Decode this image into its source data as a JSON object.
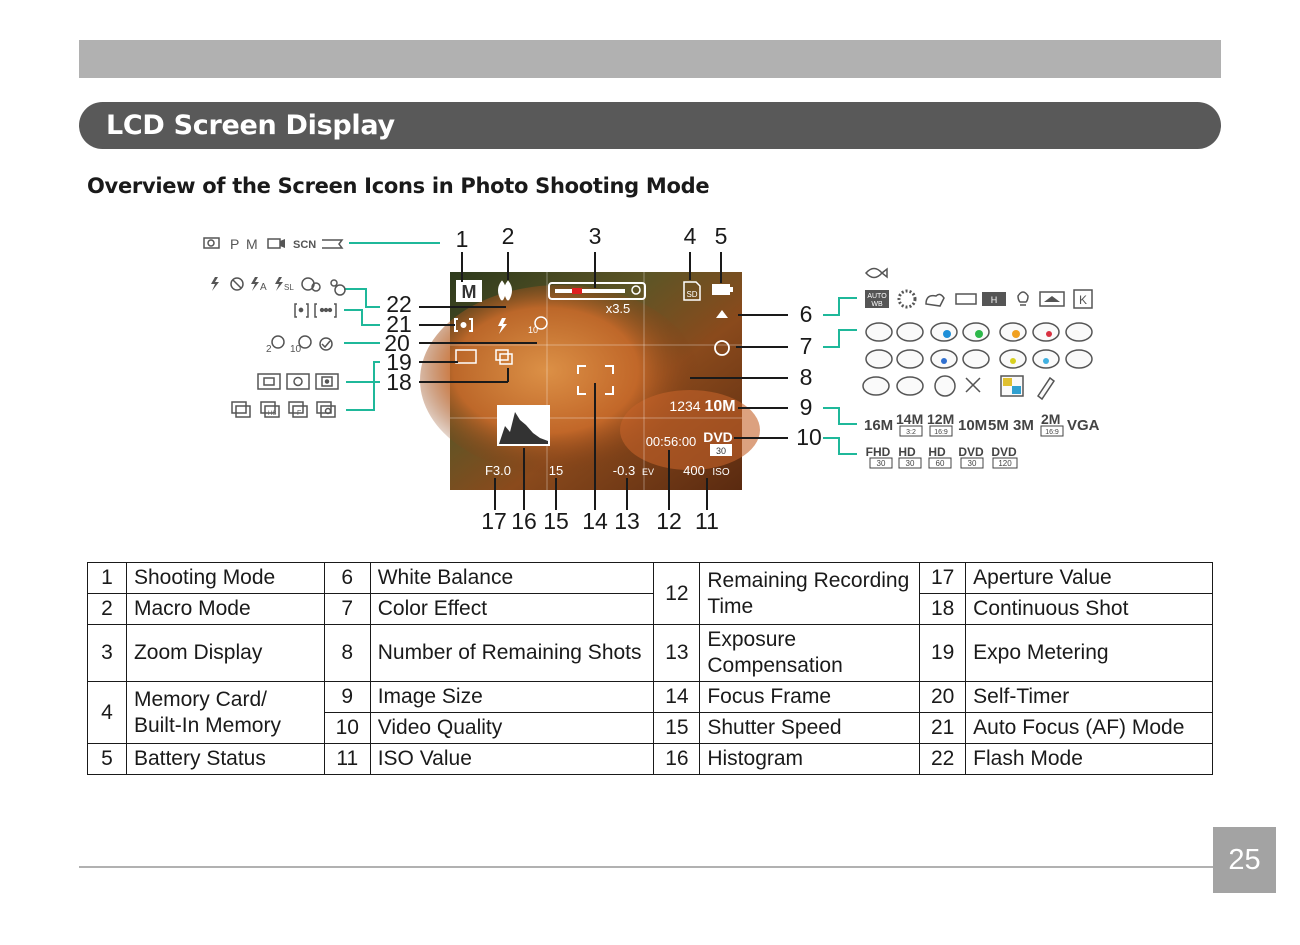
{
  "header": {
    "title": "LCD Screen Display"
  },
  "section": {
    "subtitle": "Overview of the Screen Icons in Photo Shooting Mode"
  },
  "diagram": {
    "callouts": [
      "1",
      "2",
      "3",
      "4",
      "5",
      "6",
      "7",
      "8",
      "9",
      "10",
      "11",
      "12",
      "13",
      "14",
      "15",
      "16",
      "17",
      "18",
      "19",
      "20",
      "21",
      "22"
    ],
    "osd": {
      "mode": "M",
      "zoom": "x3.5",
      "shots": "1234",
      "image_size": "10M",
      "video_quality": "DVD",
      "video_fps": "30",
      "rec_time": "00:56:00",
      "aperture": "F3.0",
      "shutter": "15",
      "ev": "-0.3",
      "ev_unit": "EV",
      "iso": "400",
      "iso_unit": "ISO",
      "self_timer": "10"
    },
    "left_icon_rows": {
      "shooting_modes": [
        "camera-icon",
        "P",
        "M",
        "video-icon",
        "SCN",
        "panorama-icon"
      ],
      "flash_modes": [
        "flash-icon",
        "flash-off-icon",
        "auto-flash-icon",
        "slow-sync-icon",
        "red-eye-icon",
        "red-eye-reduction-icon"
      ],
      "af_modes": [
        "[·]",
        "[··]"
      ],
      "timer_labels": [
        "2",
        "10"
      ],
      "metering": [
        "ai-ae-icon",
        "center-icon",
        "spot-icon"
      ],
      "continuous": [
        "single-icon",
        "hs-icon",
        "burst-icon",
        "timelapse-icon"
      ]
    },
    "right_icons": {
      "white_balance": [
        "AUTO WB",
        "sun",
        "cloud",
        "fluorescent",
        "fluorescent H",
        "bulb",
        "manual",
        "K"
      ],
      "image_sizes": [
        "16M",
        "14M",
        "12M",
        "10M",
        "5M",
        "3M",
        "2M",
        "VGA"
      ],
      "image_size_ratios": [
        "3:2",
        "16:9",
        "16:9"
      ],
      "video_qualities": [
        "FHD",
        "HD",
        "HD",
        "DVD",
        "DVD"
      ],
      "video_fps": [
        "30",
        "30",
        "60",
        "30",
        "120"
      ]
    }
  },
  "table": {
    "rows": [
      [
        [
          "1",
          ""
        ],
        [
          "Shooting Mode",
          ""
        ],
        [
          "6",
          ""
        ],
        [
          "White Balance",
          ""
        ],
        [
          "12",
          "r2"
        ],
        [
          "Remaining Recording Time",
          "r2"
        ],
        [
          "17",
          ""
        ],
        [
          "Aperture Value",
          ""
        ]
      ],
      [
        [
          "2",
          ""
        ],
        [
          "Macro Mode",
          ""
        ],
        [
          "7",
          ""
        ],
        [
          "Color Effect",
          ""
        ],
        [
          "18",
          ""
        ],
        [
          "Continuous Shot",
          ""
        ]
      ],
      [
        [
          "3",
          ""
        ],
        [
          "Zoom Display",
          ""
        ],
        [
          "8",
          ""
        ],
        [
          "Number of Remaining Shots",
          ""
        ],
        [
          "13",
          ""
        ],
        [
          "Exposure Compensation",
          ""
        ],
        [
          "19",
          ""
        ],
        [
          "Expo Metering",
          ""
        ]
      ],
      [
        [
          "4",
          "r2"
        ],
        [
          "Memory Card/ Built-In Memory",
          "r2"
        ],
        [
          "9",
          ""
        ],
        [
          "Image Size",
          ""
        ],
        [
          "14",
          ""
        ],
        [
          "Focus Frame",
          ""
        ],
        [
          "20",
          ""
        ],
        [
          "Self-Timer",
          ""
        ]
      ],
      [
        [
          "10",
          ""
        ],
        [
          "Video Quality",
          ""
        ],
        [
          "15",
          ""
        ],
        [
          "Shutter Speed",
          ""
        ],
        [
          "21",
          ""
        ],
        [
          "Auto Focus (AF) Mode",
          ""
        ]
      ],
      [
        [
          "5",
          ""
        ],
        [
          "Battery Status",
          ""
        ],
        [
          "11",
          ""
        ],
        [
          "ISO Value",
          ""
        ],
        [
          "16",
          ""
        ],
        [
          "Histogram",
          ""
        ],
        [
          "22",
          ""
        ],
        [
          "Flash Mode",
          ""
        ]
      ]
    ]
  },
  "footer": {
    "page_number": "25"
  },
  "colors": {
    "accent_green": "#1fb89a",
    "title_bg": "#595959",
    "bar_gray": "#b1b1b1",
    "page_box": "#a3a3a3"
  }
}
